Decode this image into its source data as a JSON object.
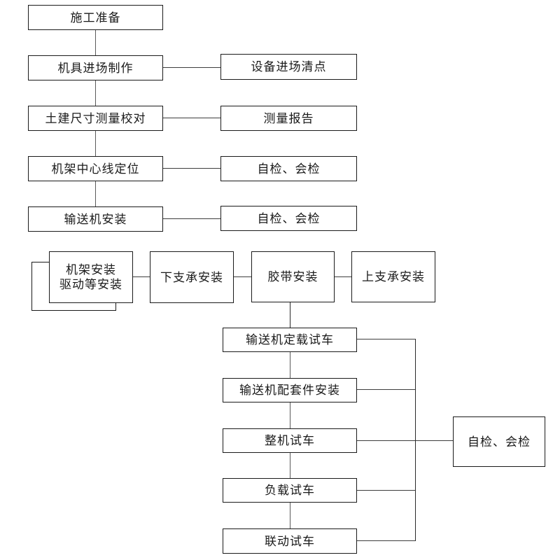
{
  "diagram": {
    "type": "flowchart",
    "language": "zh-CN",
    "nodes": {
      "prep": "施工准备",
      "tooling_entry": "机具进场制作",
      "civil_survey": "土建尺寸测量校对",
      "centerline": "机架中心线定位",
      "conveyor_install": "输送机安装",
      "equipment_inventory": "设备进场清点",
      "survey_report": "测量报告",
      "check_centerline": "自检、会检",
      "check_conveyor": "自检、会检",
      "frame_install_line1": "机架安装",
      "frame_install_line2": "驱动等安装",
      "lower_support": "下支承安装",
      "belt_install": "胶带安装",
      "upper_support": "上支承安装",
      "fixed_load_test": "输送机定载试车",
      "accessory_install": "输送机配套件安装",
      "whole_machine_test": "整机试车",
      "load_test": "负载试车",
      "linkage_test": "联动试车",
      "check_final": "自检、会检"
    },
    "colors": {
      "background": "#ffffff",
      "box_border": "#1a1a1a",
      "connector": "#3d3d3d",
      "text": "#1a1a1a"
    }
  }
}
